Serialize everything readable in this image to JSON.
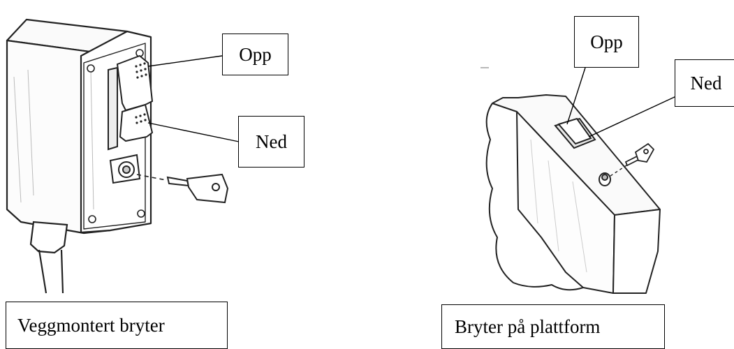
{
  "labels": {
    "left_up": "Opp",
    "left_down": "Ned",
    "right_up": "Opp",
    "right_down": "Ned"
  },
  "captions": {
    "left": "Veggmontert bryter",
    "right": "Bryter på plattform"
  }
}
